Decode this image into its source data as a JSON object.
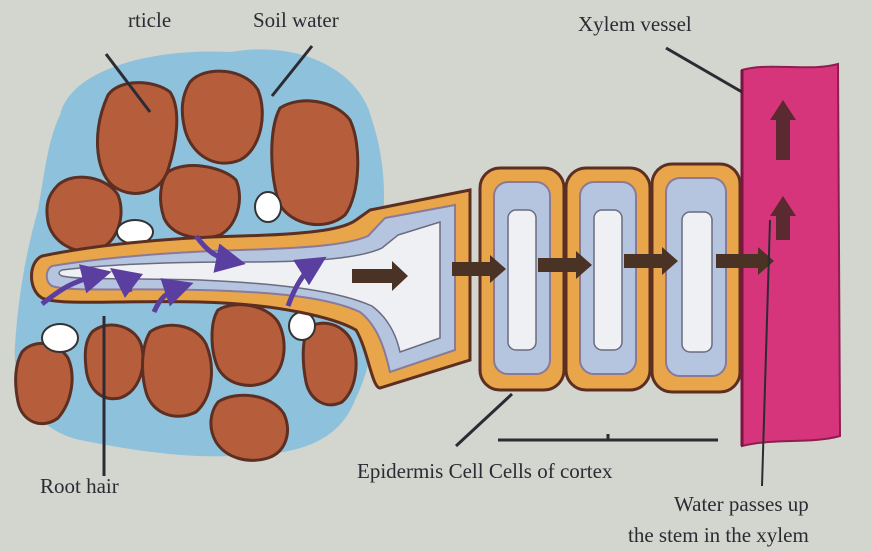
{
  "labels": {
    "particle": "rticle",
    "soil_water": "Soil water",
    "xylem_vessel": "Xylem vessel",
    "root_hair": "Root hair",
    "epidermis_cortex": "Epidermis Cell Cells of cortex",
    "water_line1": "Water passes up",
    "water_line2": "the stem in the xylem"
  },
  "colors": {
    "background": "#d3d5cf",
    "soil_water": "#8ec2dc",
    "soil_particle": "#b65d3c",
    "cell_wall": "#e8a54a",
    "cytoplasm": "#b5c5df",
    "vacuole": "#eef0f4",
    "xylem": "#d6357c",
    "water_arrow": "#5b3fa0",
    "flow_arrow": "#4a3324"
  }
}
